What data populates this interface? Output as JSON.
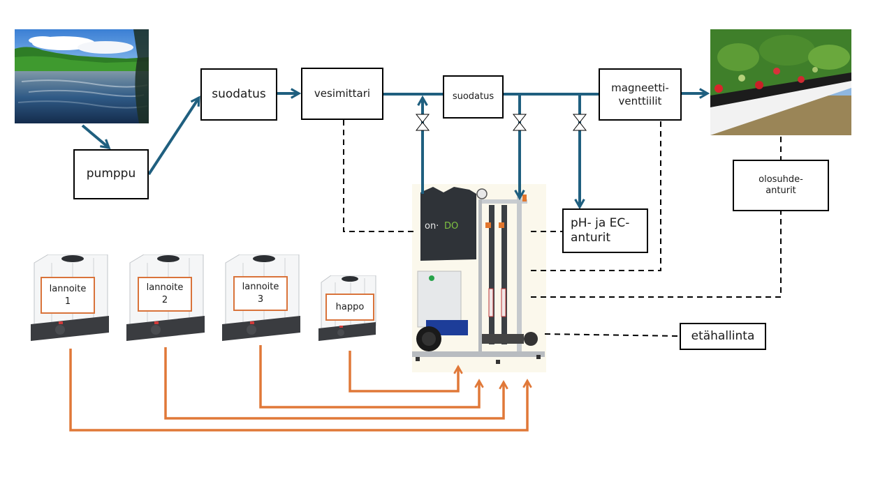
{
  "diagram": {
    "title": "",
    "colors": {
      "water_line": "#1f5f7f",
      "fertilizer_line": "#e07838",
      "control_line": "#000000",
      "box_border": "#000000",
      "tank_label_border": "#d9733a"
    },
    "images": {
      "lake": "lake-photo",
      "strawberries": "strawberry-field-photo",
      "dosing_unit": "on-do-dosing-unit-photo",
      "dosing_brand": "on·DO"
    },
    "boxes": {
      "pumppu": "pumppu",
      "suodatus1": "suodatus",
      "vesimittari": "vesimittari",
      "suodatus2": "suodatus",
      "magneettiventtiilit": "magneetti-\nventtiilit",
      "olosuhdeanturit": "olosuhde-\nanturit",
      "ph_ec": "pH- ja EC-\nanturit",
      "etahallinta": "etähallinta"
    },
    "tanks": [
      {
        "label": "lannoite\n1"
      },
      {
        "label": "lannoite\n2"
      },
      {
        "label": "lannoite\n3"
      },
      {
        "label": "happo"
      }
    ],
    "valves": [
      "valve-1",
      "valve-2",
      "valve-3"
    ]
  }
}
